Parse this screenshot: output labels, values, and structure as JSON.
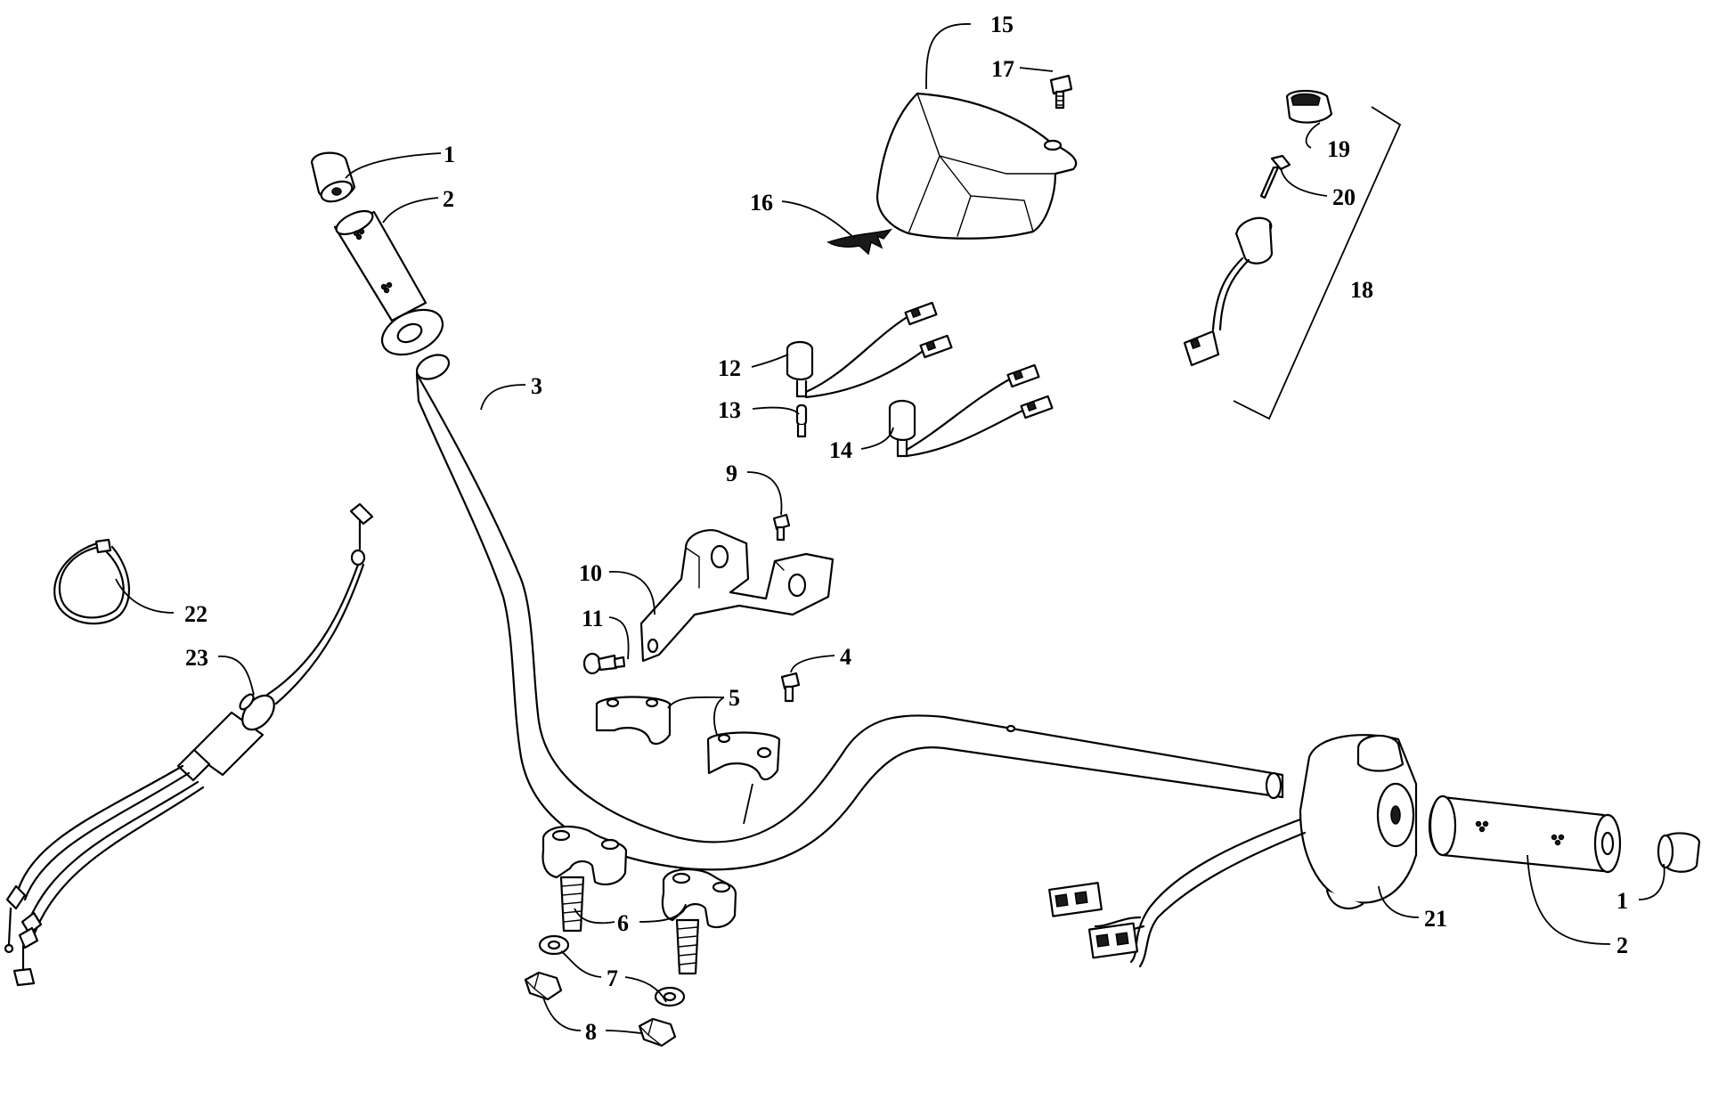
{
  "diagram": {
    "callouts": {
      "c1_top": "1",
      "c2_top": "2",
      "c3": "3",
      "c4": "4",
      "c5": "5",
      "c6": "6",
      "c7": "7",
      "c8": "8",
      "c9": "9",
      "c10": "10",
      "c11": "11",
      "c12": "12",
      "c13": "13",
      "c14": "14",
      "c15": "15",
      "c16": "16",
      "c17": "17",
      "c18": "18",
      "c19": "19",
      "c20": "20",
      "c21": "21",
      "c22": "22",
      "c23": "23",
      "c1_right": "1",
      "c2_right": "2"
    }
  }
}
